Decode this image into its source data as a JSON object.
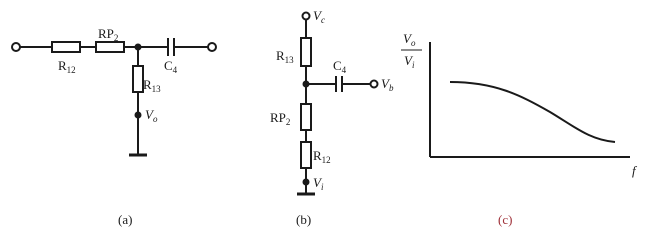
{
  "panel_a": {
    "caption": "(a)",
    "labels": {
      "r12": "R12",
      "rp2": "RP2",
      "c4": "C4",
      "r13": "R13",
      "vo": "Vo"
    }
  },
  "panel_b": {
    "caption": "(b)",
    "labels": {
      "vc": "Vc",
      "r13": "R13",
      "c4": "C4",
      "vb": "Vb",
      "rp2": "RP2",
      "r12": "R12",
      "vi": "Vi"
    }
  },
  "panel_c": {
    "caption": "(c)",
    "caption_color": "#a0323a",
    "y_axis_numerator": "Vo",
    "y_axis_denominator": "Vi",
    "x_axis_label": "f",
    "curve_shape": "low-pass response, flat then rolling off to a low plateau"
  },
  "colors": {
    "ink": "#1a1a1a",
    "caption_c": "#a0323a"
  }
}
